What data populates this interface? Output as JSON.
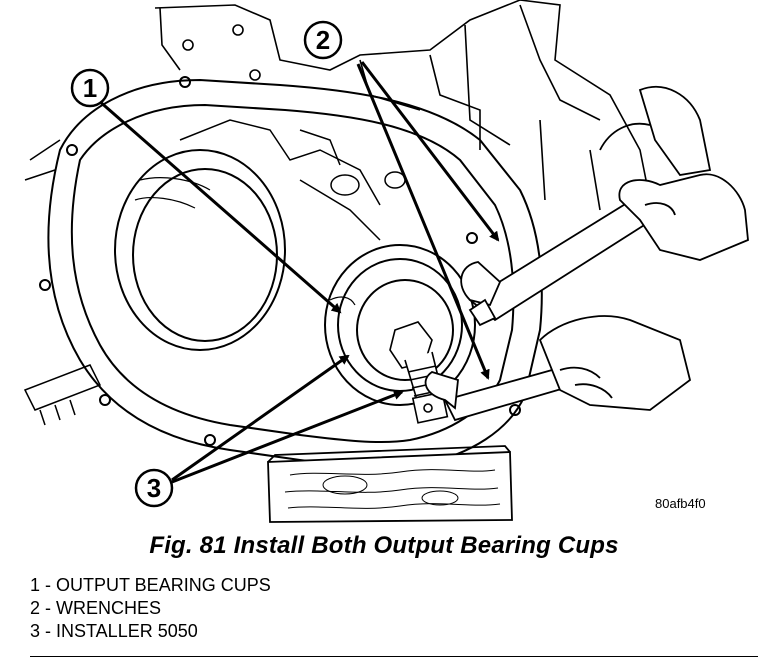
{
  "figure": {
    "image_code": "80afb4f0",
    "caption": "Fig. 81 Install Both Output Bearing Cups"
  },
  "callouts": [
    {
      "number": "1"
    },
    {
      "number": "2"
    },
    {
      "number": "3"
    }
  ],
  "legend": [
    {
      "text": "1 - OUTPUT BEARING CUPS"
    },
    {
      "text": "2 - WRENCHES"
    },
    {
      "text": "3 - INSTALLER 5050"
    }
  ]
}
